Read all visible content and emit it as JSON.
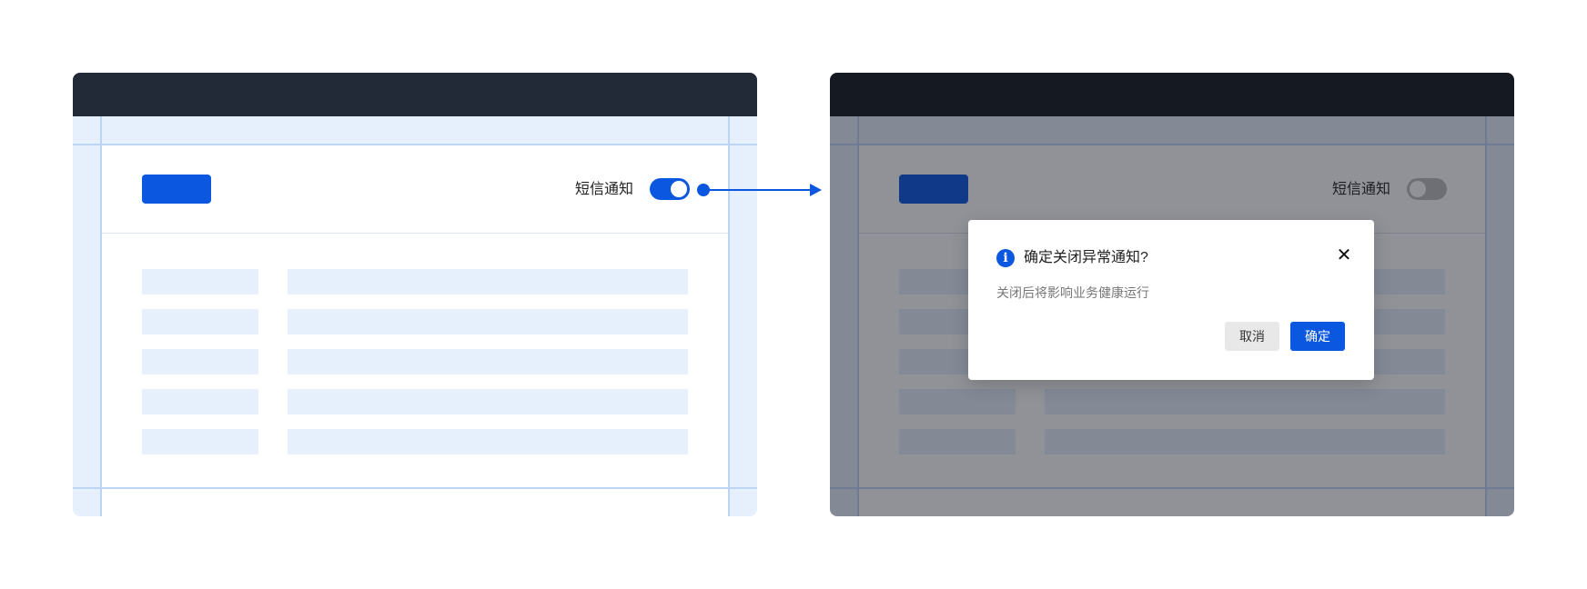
{
  "left_screen": {
    "notification_label": "短信通知",
    "toggle_state": "on"
  },
  "right_screen": {
    "notification_label": "短信通知",
    "toggle_state": "off"
  },
  "dialog": {
    "icon": "info-icon",
    "icon_glyph": "i",
    "title": "确定关闭异常通知?",
    "description": "关闭后将影响业务健康运行",
    "close_glyph": "✕",
    "cancel_label": "取消",
    "confirm_label": "确定"
  },
  "colors": {
    "primary": "#0b57e0",
    "titlebar_left": "#222a38",
    "titlebar_right": "#151921",
    "guide": "#bcd5f5",
    "skeleton": "#e6f0fc"
  }
}
